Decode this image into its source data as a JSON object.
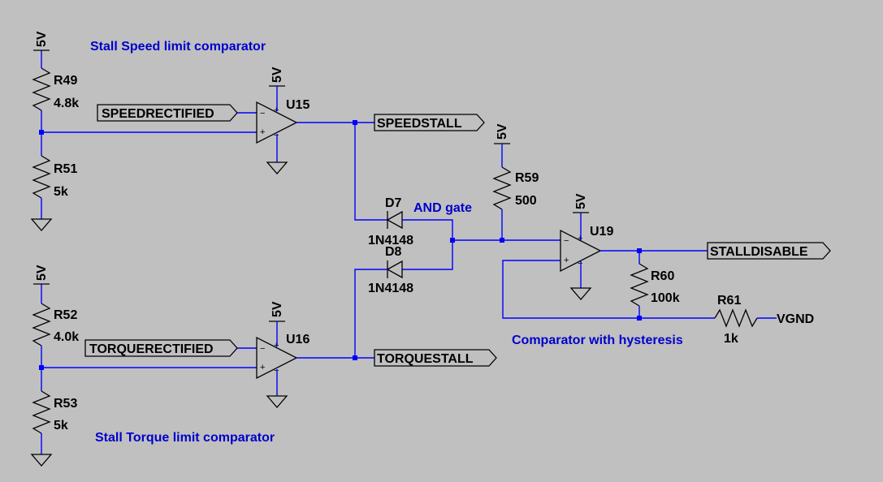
{
  "notes": {
    "speed_comparator": "Stall Speed limit comparator",
    "torque_comparator": "Stall Torque limit comparator",
    "and_gate": "AND gate",
    "hysteresis": "Comparator with hysteresis"
  },
  "supply": "5V",
  "resistors": {
    "r49": {
      "name": "R49",
      "value": "4.8k"
    },
    "r51": {
      "name": "R51",
      "value": "5k"
    },
    "r52": {
      "name": "R52",
      "value": "4.0k"
    },
    "r53": {
      "name": "R53",
      "value": "5k"
    },
    "r59": {
      "name": "R59",
      "value": "500"
    },
    "r60": {
      "name": "R60",
      "value": "100k"
    },
    "r61": {
      "name": "R61",
      "value": "1k"
    }
  },
  "opamps": {
    "u15": "U15",
    "u16": "U16",
    "u19": "U19"
  },
  "diodes": {
    "d7": {
      "name": "D7",
      "value": "1N4148"
    },
    "d8": {
      "name": "D8",
      "value": "1N4148"
    }
  },
  "nets": {
    "speedrectified": "SPEEDRECTIFIED",
    "torquerectified": "TORQUERECTIFIED",
    "speedstall": "SPEEDSTALL",
    "torquestall": "TORQUESTALL",
    "stalldisable": "STALLDISABLE",
    "vgnd": "VGND"
  },
  "pins": {
    "plus": "+",
    "minus": "−"
  }
}
